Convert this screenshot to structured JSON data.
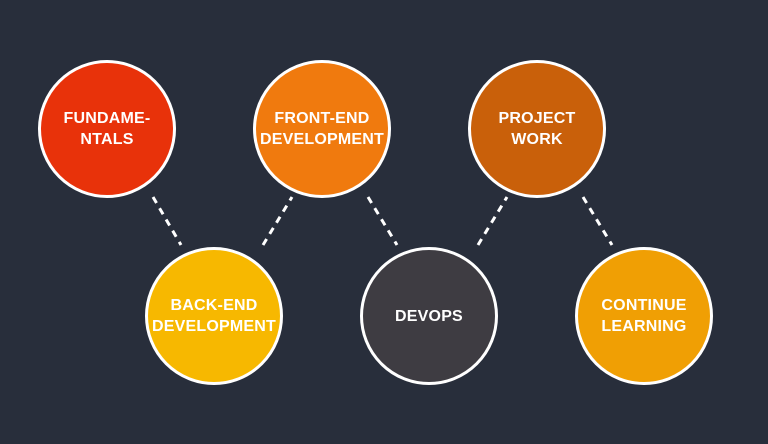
{
  "nodes": [
    {
      "id": "n1",
      "label": "FUNDAME-\nNTALS",
      "color": "#e8320a"
    },
    {
      "id": "n2",
      "label": "FRONT-END\nDEVELOPMENT",
      "color": "#f07a0e"
    },
    {
      "id": "n3",
      "label": "PROJECT\nWORK",
      "color": "#c9600a"
    },
    {
      "id": "n4",
      "label": "BACK-END\nDEVELOPMENT",
      "color": "#f7b800"
    },
    {
      "id": "n5",
      "label": "DEVOPS",
      "color": "#3e3c42"
    },
    {
      "id": "n6",
      "label": "CONTINUE\nLEARNING",
      "color": "#f09f04"
    }
  ],
  "connector_style": "dashed",
  "connector_color": "#ffffff",
  "background_color": "#282e3b"
}
